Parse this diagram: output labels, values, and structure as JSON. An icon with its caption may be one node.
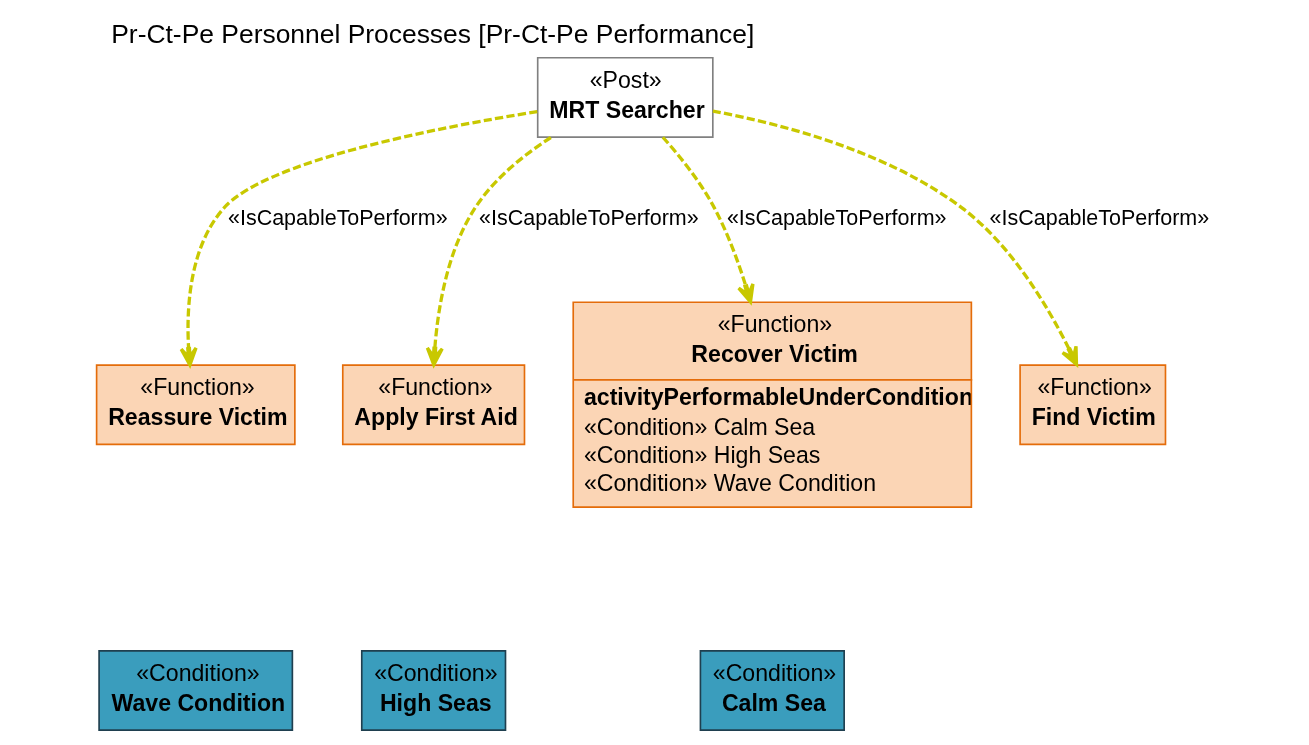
{
  "diagram": {
    "title": "Pr-Ct-Pe Personnel Processes [Pr-Ct-Pe Performance]",
    "nodes": [
      {
        "text": [
          "«Post»",
          "MRT Searcher"
        ]
      },
      {
        "text": [
          "«Function»",
          "Reassure Victim"
        ]
      },
      {
        "text": [
          "«Function»",
          "Apply First Aid"
        ]
      },
      {
        "text": [
          "«Function»",
          "Recover Victim",
          "activityPerformableUnderCondition",
          "«Condition» Calm Sea",
          "«Condition» High Seas",
          "«Condition» Wave Condition"
        ]
      },
      {
        "text": [
          "«Function»",
          "Find Victim"
        ]
      },
      {
        "text": [
          "«Condition»",
          "Wave Condition"
        ]
      },
      {
        "text": [
          "«Condition»",
          "High Seas"
        ]
      },
      {
        "text": [
          "«Condition»",
          "Calm Sea"
        ]
      }
    ],
    "edges": [
      {
        "from": 0,
        "to": 1,
        "arrow": "to",
        "label": "«IsCapableToPerform»",
        "style": "dashed",
        "color": "#c8c800"
      },
      {
        "from": 0,
        "to": 2,
        "arrow": "to",
        "label": "«IsCapableToPerform»",
        "style": "dashed",
        "color": "#c8c800"
      },
      {
        "from": 0,
        "to": 3,
        "arrow": "to",
        "label": "«IsCapableToPerform»",
        "style": "dashed",
        "color": "#c8c800"
      },
      {
        "from": 0,
        "to": 4,
        "arrow": "to",
        "label": "«IsCapableToPerform»",
        "style": "dashed",
        "color": "#c8c800"
      }
    ]
  }
}
